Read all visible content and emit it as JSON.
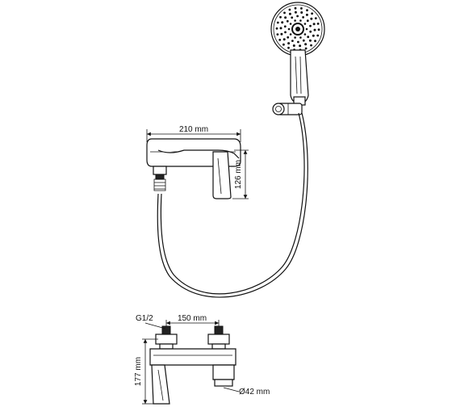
{
  "dimensions": {
    "mixer_width": "210 mm",
    "mixer_height": "126 mm",
    "inlet_thread": "G1/2",
    "inlet_spacing": "150 mm",
    "front_height": "177 mm",
    "outlet_diameter": "Ø42 mm"
  }
}
